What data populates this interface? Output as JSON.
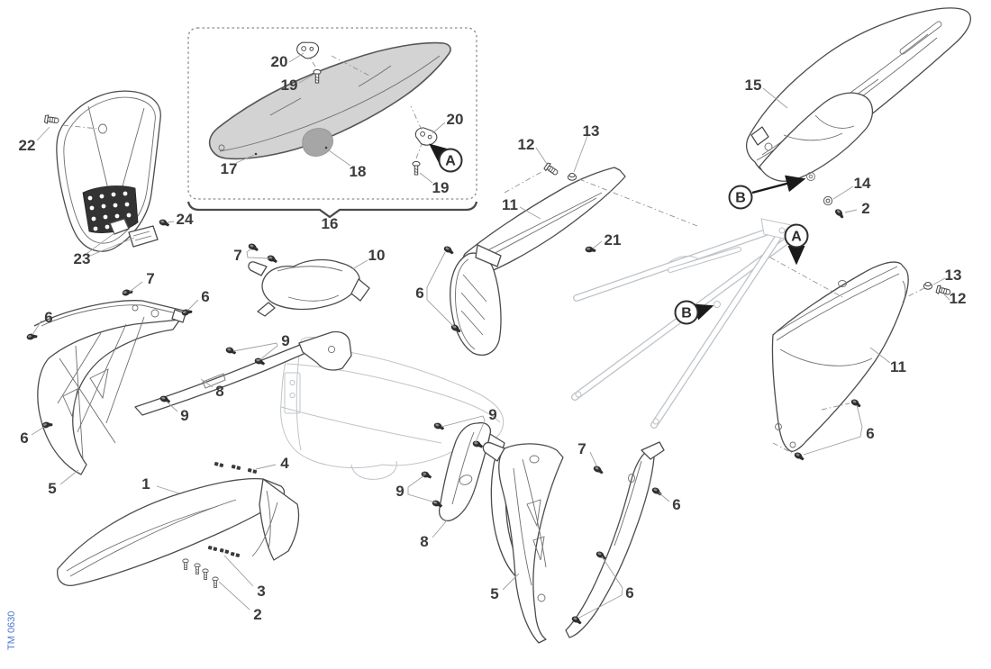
{
  "sheet": {
    "code": "TM 0630"
  },
  "markers": {
    "a": "A",
    "b": "B"
  },
  "callouts": [
    {
      "label": "22"
    },
    {
      "label": "23"
    },
    {
      "label": "24"
    },
    {
      "label": "20"
    },
    {
      "label": "19"
    },
    {
      "label": "17"
    },
    {
      "label": "18"
    },
    {
      "label": "20"
    },
    {
      "label": "19"
    },
    {
      "label": "16"
    },
    {
      "label": "12"
    },
    {
      "label": "13"
    },
    {
      "label": "11"
    },
    {
      "label": "21"
    },
    {
      "label": "15"
    },
    {
      "label": "14"
    },
    {
      "label": "2"
    },
    {
      "label": "13"
    },
    {
      "label": "12"
    },
    {
      "label": "11"
    },
    {
      "label": "6"
    },
    {
      "label": "7"
    },
    {
      "label": "10"
    },
    {
      "label": "7"
    },
    {
      "label": "6"
    },
    {
      "label": "6"
    },
    {
      "label": "6"
    },
    {
      "label": "5"
    },
    {
      "label": "9"
    },
    {
      "label": "8"
    },
    {
      "label": "9"
    },
    {
      "label": "1"
    },
    {
      "label": "4"
    },
    {
      "label": "3"
    },
    {
      "label": "2"
    },
    {
      "label": "6"
    },
    {
      "label": "9"
    },
    {
      "label": "9"
    },
    {
      "label": "8"
    },
    {
      "label": "7"
    },
    {
      "label": "6"
    },
    {
      "label": "5"
    },
    {
      "label": "6"
    }
  ]
}
